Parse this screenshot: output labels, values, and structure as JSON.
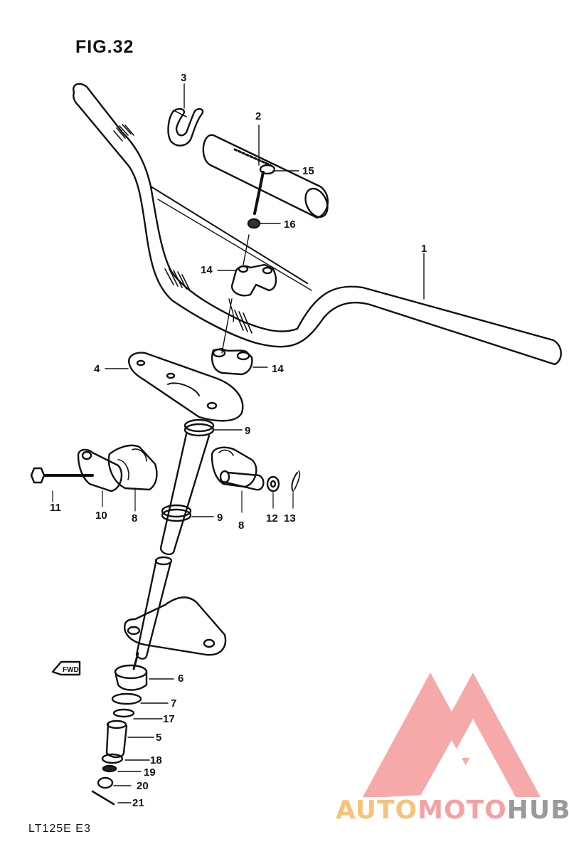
{
  "figure": {
    "title": "FIG.32",
    "model": "LT125E  E3"
  },
  "callouts": [
    {
      "id": "c1",
      "label": "1"
    },
    {
      "id": "c2",
      "label": "2"
    },
    {
      "id": "c3",
      "label": "3"
    },
    {
      "id": "c4",
      "label": "4"
    },
    {
      "id": "c5",
      "label": "5"
    },
    {
      "id": "c6",
      "label": "6"
    },
    {
      "id": "c7",
      "label": "7"
    },
    {
      "id": "c8a",
      "label": "8"
    },
    {
      "id": "c8b",
      "label": "8"
    },
    {
      "id": "c9a",
      "label": "9"
    },
    {
      "id": "c9b",
      "label": "9"
    },
    {
      "id": "c10",
      "label": "10"
    },
    {
      "id": "c11",
      "label": "11"
    },
    {
      "id": "c12",
      "label": "12"
    },
    {
      "id": "c13",
      "label": "13"
    },
    {
      "id": "c14a",
      "label": "14"
    },
    {
      "id": "c14b",
      "label": "14"
    },
    {
      "id": "c15",
      "label": "15"
    },
    {
      "id": "c16",
      "label": "16"
    },
    {
      "id": "c17",
      "label": "17"
    },
    {
      "id": "c18",
      "label": "18"
    },
    {
      "id": "c19",
      "label": "19"
    },
    {
      "id": "c20",
      "label": "20"
    },
    {
      "id": "c21",
      "label": "21"
    }
  ],
  "fwd_label": "FWD",
  "watermark": {
    "part1": "AUTO",
    "part2": "MOTO",
    "part3": "HUB",
    "colors": {
      "auto": "#f7c27a",
      "moto": "#f6a1a1",
      "hub": "#9a9a9a",
      "mark": "#f49a9a"
    }
  }
}
